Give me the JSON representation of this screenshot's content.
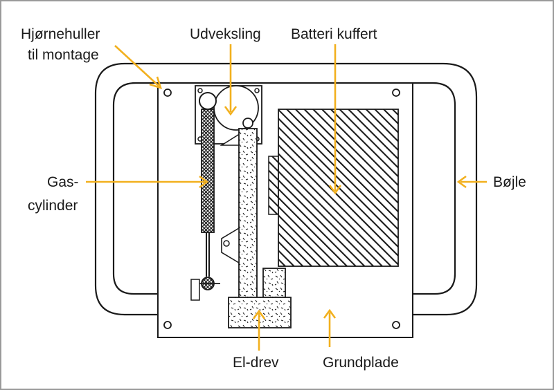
{
  "labels": {
    "corner_holes_line1": "Hjørnehuller",
    "corner_holes_line2": "til montage",
    "gear": "Udveksling",
    "battery_case": "Batteri kuffert",
    "gas_cylinder_line1": "Gas-",
    "gas_cylinder_line2": "cylinder",
    "bracket": "Bøjle",
    "electric_drive": "El-drev",
    "base_plate": "Grundplade"
  },
  "colors": {
    "arrow": "#f2b01e",
    "ink": "#1a1a1a",
    "border": "#9a9a9a"
  }
}
